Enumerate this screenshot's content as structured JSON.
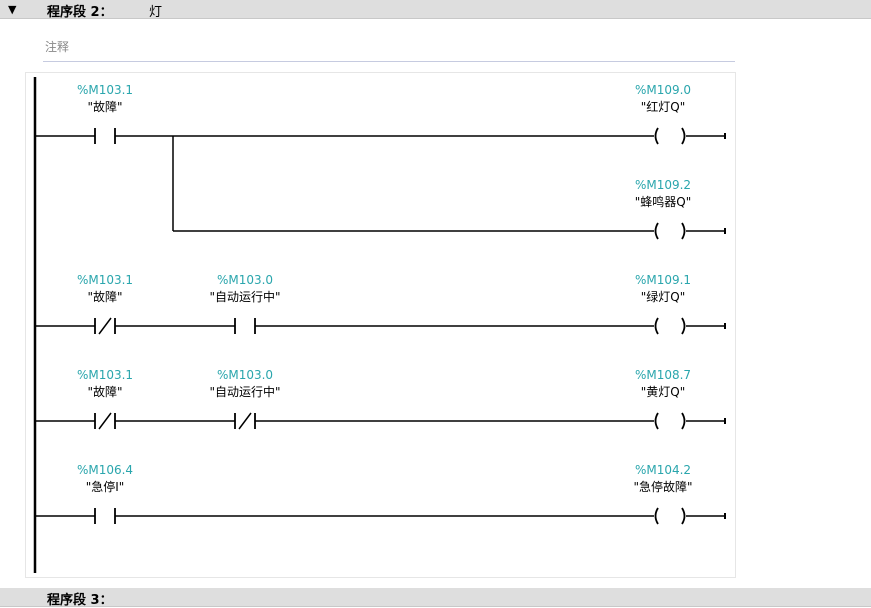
{
  "network": {
    "title": "程序段 2：",
    "name": "灯",
    "comment_placeholder": "注释"
  },
  "next_network": {
    "title": "程序段 3："
  },
  "rungs": [
    {
      "contacts": [
        {
          "address": "%M103.1",
          "name": "\"故障\"",
          "type": "NO"
        }
      ],
      "coils": [
        {
          "address": "%M109.0",
          "name": "\"红灯Q\""
        },
        {
          "address": "%M109.2",
          "name": "\"蜂鸣器Q\""
        }
      ]
    },
    {
      "contacts": [
        {
          "address": "%M103.1",
          "name": "\"故障\"",
          "type": "NC"
        },
        {
          "address": "%M103.0",
          "name": "\"自动运行中\"",
          "type": "NO"
        }
      ],
      "coils": [
        {
          "address": "%M109.1",
          "name": "\"绿灯Q\""
        }
      ]
    },
    {
      "contacts": [
        {
          "address": "%M103.1",
          "name": "\"故障\"",
          "type": "NC"
        },
        {
          "address": "%M103.0",
          "name": "\"自动运行中\"",
          "type": "NC"
        }
      ],
      "coils": [
        {
          "address": "%M108.7",
          "name": "\"黄灯Q\""
        }
      ]
    },
    {
      "contacts": [
        {
          "address": "%M106.4",
          "name": "\"急停I\"",
          "type": "NO"
        }
      ],
      "coils": [
        {
          "address": "%M104.2",
          "name": "\"急停故障\""
        }
      ]
    }
  ],
  "colors": {
    "address": "#2aa6ad",
    "header": "#dedede"
  }
}
